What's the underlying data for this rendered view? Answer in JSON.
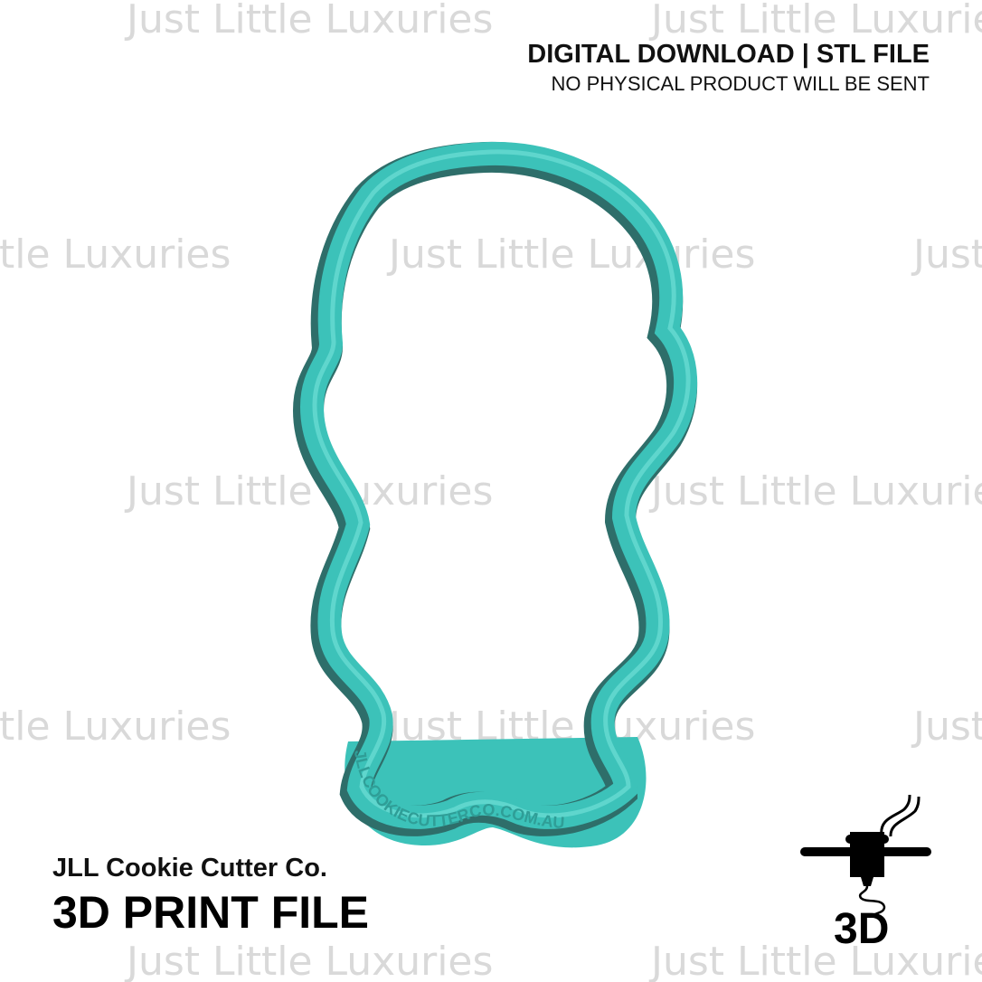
{
  "watermark": "Just Little Luxuries",
  "header": {
    "line1": "DIGITAL DOWNLOAD | STL FILE",
    "line2": "NO PHYSICAL PRODUCT WILL BE SENT"
  },
  "footer": {
    "brand": "JLL Cookie Cutter Co.",
    "product_type": "3D PRINT FILE"
  },
  "cutter": {
    "embossed_text": "JLLCOOKIECUTTERCO.COM.AU",
    "color": "#3cc2b9",
    "shade_color": "#2e6e6a"
  },
  "icon": {
    "name": "3d-printer-icon",
    "label": "3D"
  }
}
